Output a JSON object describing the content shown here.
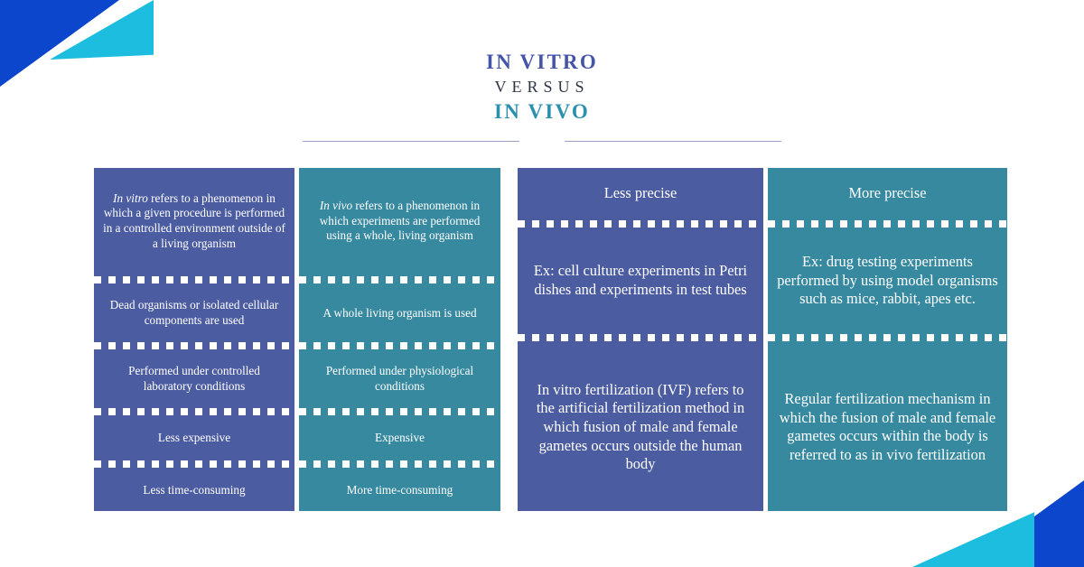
{
  "title": {
    "line1": "IN VITRO",
    "line2": "VERSUS",
    "line3": "IN VIVO",
    "color_in_vitro": "#4455A8",
    "color_versus": "#2E3545",
    "color_in_vivo": "#2B8FAE"
  },
  "palette": {
    "purple": "#4B5CA0",
    "teal": "#3789A0",
    "corner_blue": "#0B46CC",
    "corner_cyan": "#1CBDDE",
    "divider": "#9AA0C4",
    "text_on_panel": "#FFFFFF",
    "background": "#FFFFFF"
  },
  "tables": [
    {
      "name": "definition-comparison",
      "columns": [
        {
          "name": "in-vitro",
          "theme": "purple",
          "rows": [
            "In vitro refers to a phenomenon in which a given procedure is performed in a controlled environment outside of a living organism",
            "Dead organisms or isolated cellular components are used",
            "Performed under controlled laboratory conditions",
            "Less expensive",
            "Less time-consuming"
          ],
          "rows_html": [
            "<em>In vitro</em> refers to a phenomenon in which a given procedure is performed in a controlled environment outside of a living organism",
            "Dead organisms or isolated cellular components are used",
            "Performed under controlled laboratory conditions",
            "Less expensive",
            "Less time-consuming"
          ]
        },
        {
          "name": "in-vivo",
          "theme": "teal",
          "rows": [
            "In vivo refers to a phenomenon in which experiments are performed using a whole, living organism",
            "A whole living organism is used",
            "Performed under physiological conditions",
            "Expensive",
            "More time-consuming"
          ],
          "rows_html": [
            "<em>In vivo</em> refers to a phenomenon in which experiments are performed using a whole, living organism",
            "A whole living organism is used",
            "Performed under physiological conditions",
            "Expensive",
            "More time-consuming"
          ]
        }
      ]
    },
    {
      "name": "precision-and-example-comparison",
      "columns": [
        {
          "name": "less-precise",
          "theme": "purple",
          "rows": [
            "Less precise",
            "Ex: cell culture experiments in Petri dishes and experiments in test tubes",
            "In vitro fertilization (IVF) refers to the artificial fertilization method in which fusion of male and female gametes occurs outside the human body"
          ],
          "rows_html": [
            "Less precise",
            "Ex: cell culture experiments in Petri dishes and experiments in test tubes",
            "In vitro fertilization (IVF) refers to the artificial fertilization method in which fusion of male and female gametes occurs outside the human body"
          ]
        },
        {
          "name": "more-precise",
          "theme": "teal",
          "rows": [
            "More precise",
            "Ex: drug testing experiments performed by using model organisms such as mice, rabbit, apes etc.",
            "Regular fertilization mechanism in which the fusion of male and female gametes occurs within the body is referred to as in vivo fertilization"
          ],
          "rows_html": [
            "More precise",
            "Ex: drug testing experiments performed by using model organisms such as mice, rabbit, apes etc.",
            "Regular fertilization mechanism in which the fusion of male and female gametes occurs within the body is referred to as in vivo fertilization"
          ]
        }
      ]
    }
  ]
}
